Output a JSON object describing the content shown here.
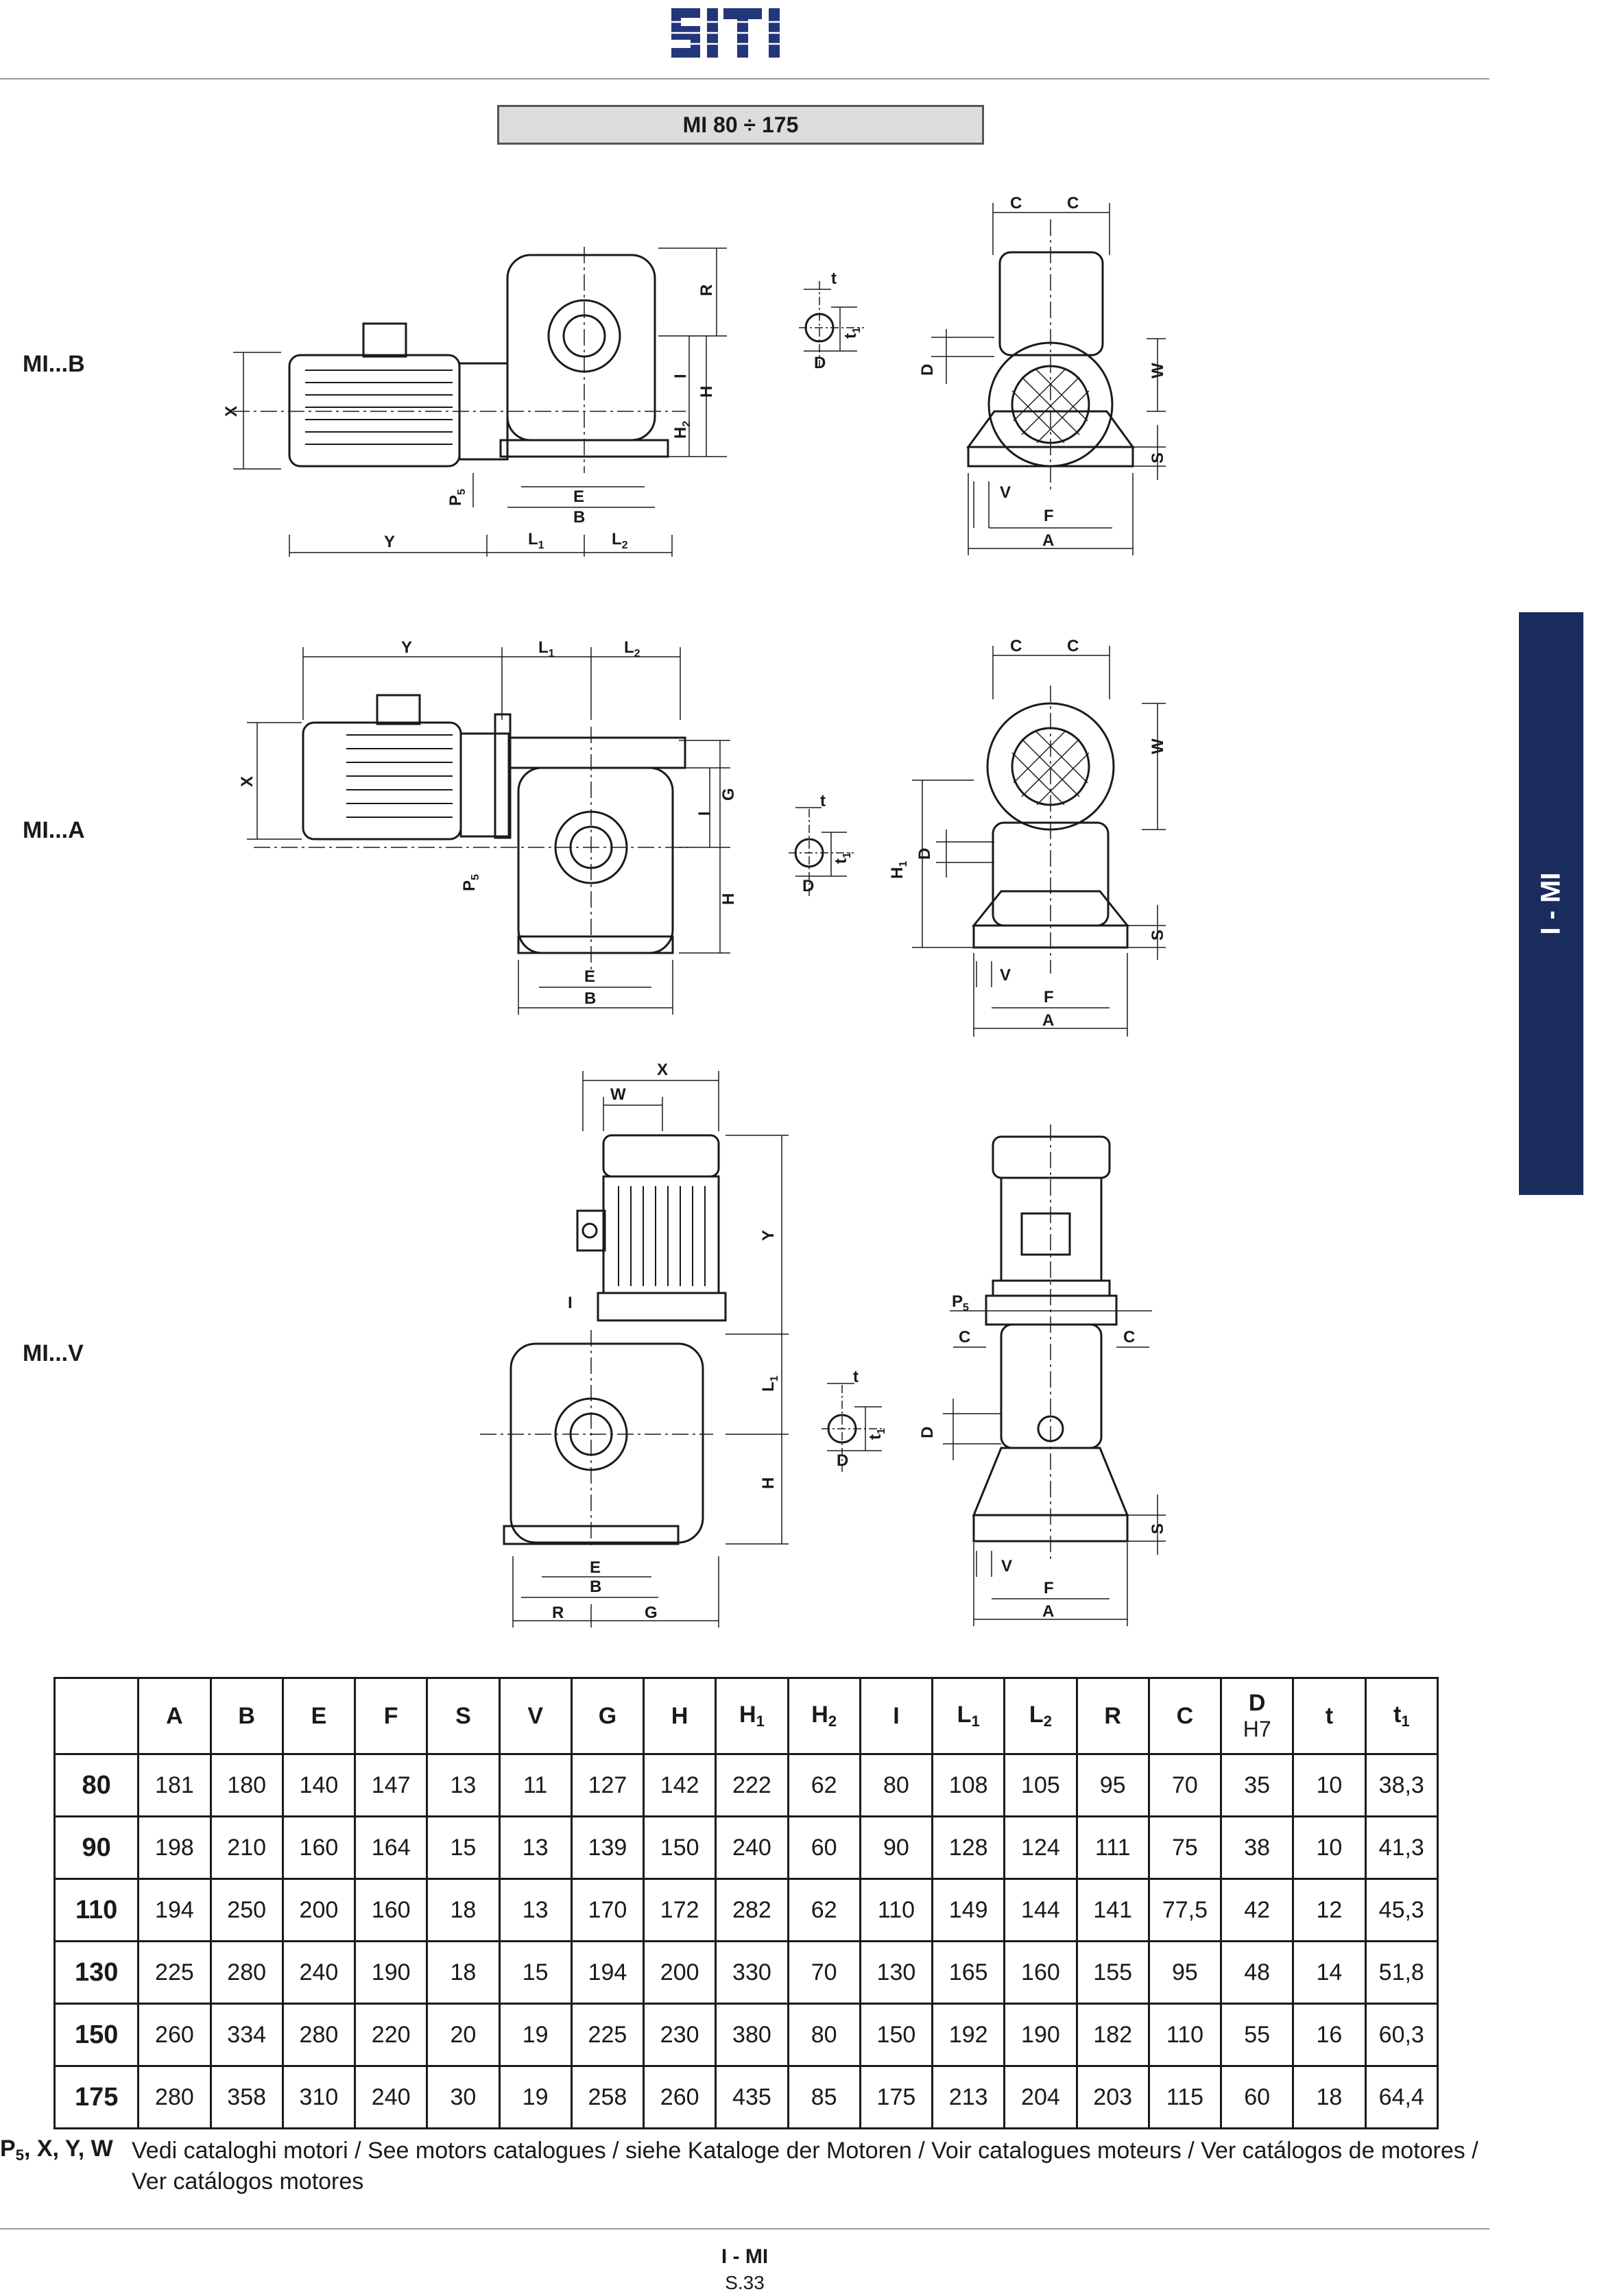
{
  "brand": "SITI",
  "title": "MI 80 ÷ 175",
  "side_tab": "I - MI",
  "variants": [
    "MI...B",
    "MI...A",
    "MI...V"
  ],
  "labels_b_front": [
    "R",
    "H",
    "I",
    "H2",
    "X",
    "P5",
    "E",
    "B",
    "Y",
    "L1",
    "L2"
  ],
  "labels_b_side": [
    "C",
    "C",
    "D",
    "W",
    "S",
    "V",
    "F",
    "A"
  ],
  "labels_b_shaft": [
    "t",
    "t1",
    "D"
  ],
  "labels_a_front": [
    "Y",
    "L1",
    "L2",
    "X",
    "G",
    "I",
    "P5",
    "H",
    "E",
    "B"
  ],
  "labels_a_side": [
    "C",
    "C",
    "W",
    "H1",
    "D",
    "S",
    "V",
    "F",
    "A"
  ],
  "labels_a_shaft": [
    "t",
    "t1",
    "D"
  ],
  "labels_v_front": [
    "X",
    "W",
    "Y",
    "I",
    "L1",
    "H",
    "E",
    "B",
    "R",
    "G"
  ],
  "labels_v_side": [
    "P5",
    "C",
    "C",
    "D",
    "S",
    "V",
    "F",
    "A"
  ],
  "labels_v_shaft": [
    "t",
    "t1",
    "D"
  ],
  "table": {
    "headers": [
      "",
      "A",
      "B",
      "E",
      "F",
      "S",
      "V",
      "G",
      "H",
      "H1",
      "H2",
      "I",
      "L1",
      "L2",
      "R",
      "C",
      "D",
      "t",
      "t1"
    ],
    "d_tolerance": "H7",
    "rows": [
      [
        "80",
        "181",
        "180",
        "140",
        "147",
        "13",
        "11",
        "127",
        "142",
        "222",
        "62",
        "80",
        "108",
        "105",
        "95",
        "70",
        "35",
        "10",
        "38,3"
      ],
      [
        "90",
        "198",
        "210",
        "160",
        "164",
        "15",
        "13",
        "139",
        "150",
        "240",
        "60",
        "90",
        "128",
        "124",
        "111",
        "75",
        "38",
        "10",
        "41,3"
      ],
      [
        "110",
        "194",
        "250",
        "200",
        "160",
        "18",
        "13",
        "170",
        "172",
        "282",
        "62",
        "110",
        "149",
        "144",
        "141",
        "77,5",
        "42",
        "12",
        "45,3"
      ],
      [
        "130",
        "225",
        "280",
        "240",
        "190",
        "18",
        "15",
        "194",
        "200",
        "330",
        "70",
        "130",
        "165",
        "160",
        "155",
        "95",
        "48",
        "14",
        "51,8"
      ],
      [
        "150",
        "260",
        "334",
        "280",
        "220",
        "20",
        "19",
        "225",
        "230",
        "380",
        "80",
        "150",
        "192",
        "190",
        "182",
        "110",
        "55",
        "16",
        "60,3"
      ],
      [
        "175",
        "280",
        "358",
        "310",
        "240",
        "30",
        "19",
        "258",
        "260",
        "435",
        "85",
        "175",
        "213",
        "204",
        "203",
        "115",
        "60",
        "18",
        "64,4"
      ]
    ]
  },
  "footnote": {
    "label": "P5, X, Y, W",
    "text": "Vedi cataloghi motori / See motors catalogues / siehe Kataloge der Motoren / Voir catalogues moteurs / Ver catálogos de motores / Ver catálogos motores"
  },
  "page_section": "I - MI",
  "page_number": "S.33",
  "colors": {
    "tab": "#1a2b5e",
    "title_box": "#dcdcdc",
    "logo": "#24367a"
  }
}
